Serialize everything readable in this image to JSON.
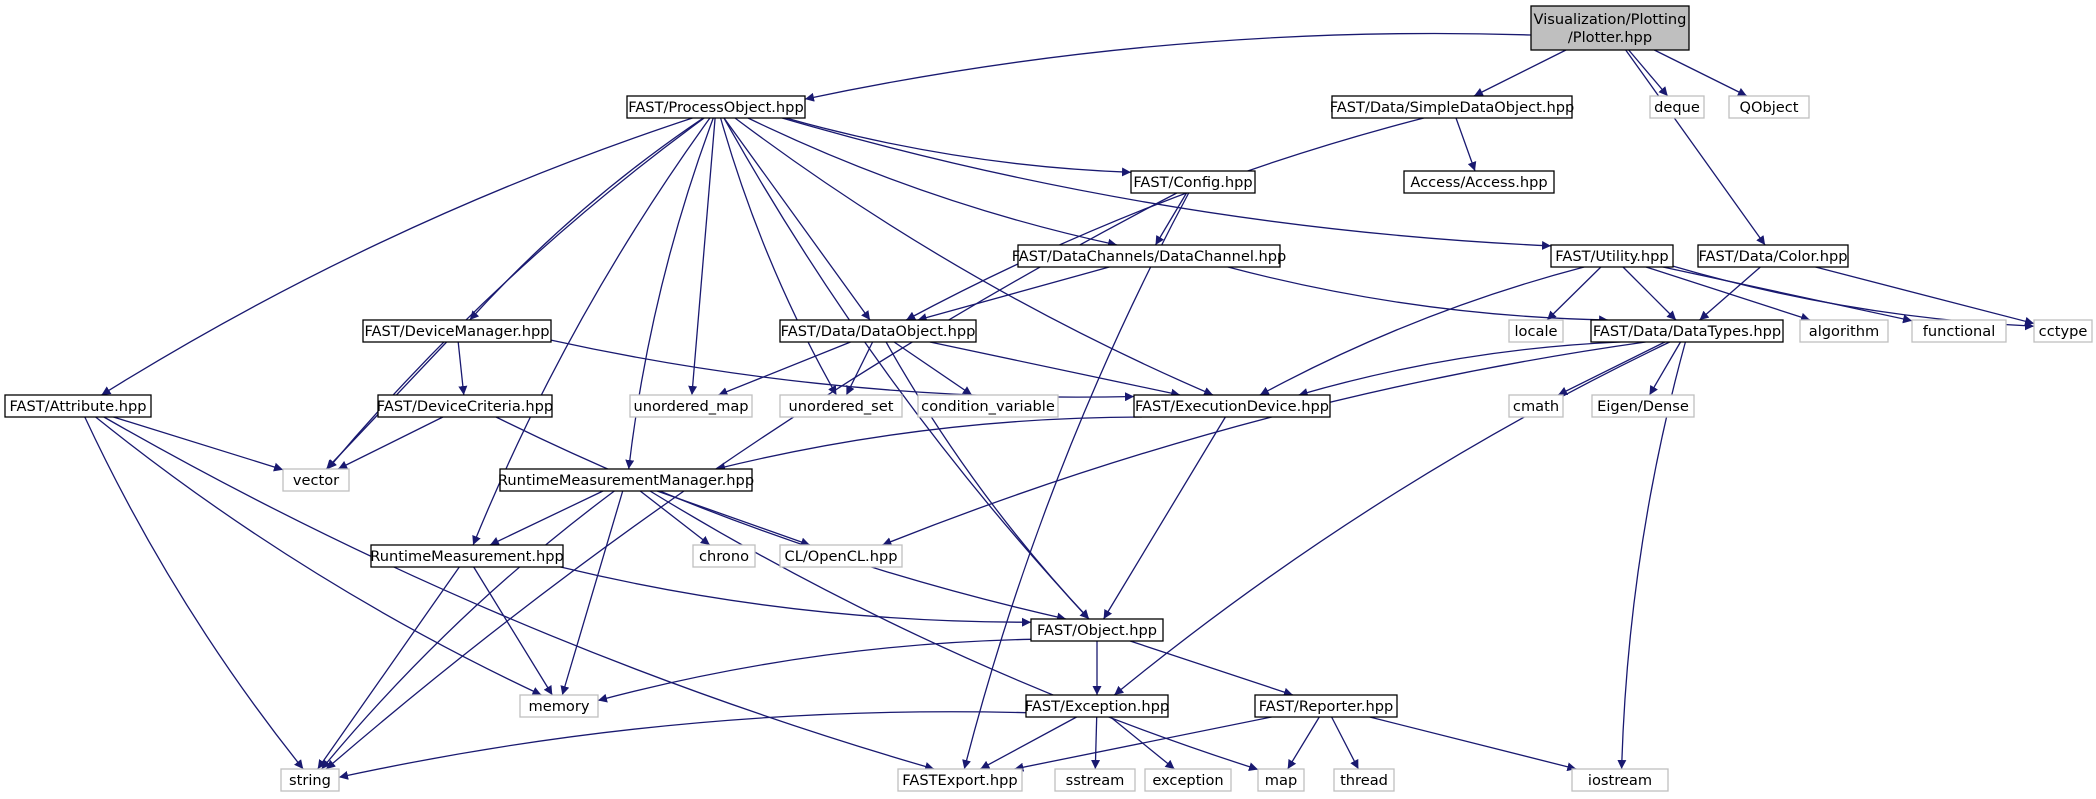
{
  "colors": {
    "edge": "#191970",
    "box_border": "#000000",
    "ext_border": "#bfbfbf",
    "root_fill": "#bfbfbf",
    "text": "#000000"
  },
  "nodes": [
    {
      "id": "root",
      "label": "Visualization/Plotting\n/Plotter.hpp",
      "kind": "root"
    },
    {
      "id": "processobject",
      "label": "FAST/ProcessObject.hpp",
      "kind": "header"
    },
    {
      "id": "simpledataobject",
      "label": "FAST/Data/SimpleDataObject.hpp",
      "kind": "header"
    },
    {
      "id": "deque",
      "label": "deque",
      "kind": "external"
    },
    {
      "id": "qobject",
      "label": "QObject",
      "kind": "external"
    },
    {
      "id": "access",
      "label": "Access/Access.hpp",
      "kind": "header"
    },
    {
      "id": "config",
      "label": "FAST/Config.hpp",
      "kind": "header"
    },
    {
      "id": "datachannel",
      "label": "FAST/DataChannels/DataChannel.hpp",
      "kind": "header"
    },
    {
      "id": "utility",
      "label": "FAST/Utility.hpp",
      "kind": "header"
    },
    {
      "id": "color",
      "label": "FAST/Data/Color.hpp",
      "kind": "header"
    },
    {
      "id": "devicemanager",
      "label": "FAST/DeviceManager.hpp",
      "kind": "header"
    },
    {
      "id": "dataobject",
      "label": "FAST/Data/DataObject.hpp",
      "kind": "header"
    },
    {
      "id": "locale",
      "label": "locale",
      "kind": "external"
    },
    {
      "id": "datatypes",
      "label": "FAST/Data/DataTypes.hpp",
      "kind": "header"
    },
    {
      "id": "algorithm",
      "label": "algorithm",
      "kind": "external"
    },
    {
      "id": "functional",
      "label": "functional",
      "kind": "external"
    },
    {
      "id": "cctype",
      "label": "cctype",
      "kind": "external"
    },
    {
      "id": "attribute",
      "label": "FAST/Attribute.hpp",
      "kind": "header"
    },
    {
      "id": "devicecriteria",
      "label": "FAST/DeviceCriteria.hpp",
      "kind": "header"
    },
    {
      "id": "unordered_map",
      "label": "unordered_map",
      "kind": "external"
    },
    {
      "id": "unordered_set",
      "label": "unordered_set",
      "kind": "external"
    },
    {
      "id": "condition_variable",
      "label": "condition_variable",
      "kind": "external"
    },
    {
      "id": "executiondevice",
      "label": "FAST/ExecutionDevice.hpp",
      "kind": "header"
    },
    {
      "id": "cmath",
      "label": "cmath",
      "kind": "external"
    },
    {
      "id": "eigendense",
      "label": "Eigen/Dense",
      "kind": "external"
    },
    {
      "id": "vector",
      "label": "vector",
      "kind": "external"
    },
    {
      "id": "rtmm",
      "label": "RuntimeMeasurementManager.hpp",
      "kind": "header"
    },
    {
      "id": "chrono",
      "label": "chrono",
      "kind": "external"
    },
    {
      "id": "opencl",
      "label": "CL/OpenCL.hpp",
      "kind": "external"
    },
    {
      "id": "rtm",
      "label": "RuntimeMeasurement.hpp",
      "kind": "header"
    },
    {
      "id": "object",
      "label": "FAST/Object.hpp",
      "kind": "header"
    },
    {
      "id": "memory",
      "label": "memory",
      "kind": "external"
    },
    {
      "id": "exception_h",
      "label": "FAST/Exception.hpp",
      "kind": "header"
    },
    {
      "id": "reporter",
      "label": "FAST/Reporter.hpp",
      "kind": "header"
    },
    {
      "id": "string",
      "label": "string",
      "kind": "external"
    },
    {
      "id": "fastexport",
      "label": "FASTExport.hpp",
      "kind": "external"
    },
    {
      "id": "sstream",
      "label": "sstream",
      "kind": "external"
    },
    {
      "id": "exception",
      "label": "exception",
      "kind": "external"
    },
    {
      "id": "map",
      "label": "map",
      "kind": "external"
    },
    {
      "id": "thread",
      "label": "thread",
      "kind": "external"
    },
    {
      "id": "iostream",
      "label": "iostream",
      "kind": "external"
    }
  ],
  "edges": [
    [
      "root",
      "processobject"
    ],
    [
      "root",
      "simpledataobject"
    ],
    [
      "root",
      "deque"
    ],
    [
      "root",
      "qobject"
    ],
    [
      "root",
      "color"
    ],
    [
      "simpledataobject",
      "access"
    ],
    [
      "simpledataobject",
      "dataobject"
    ],
    [
      "processobject",
      "config"
    ],
    [
      "processobject",
      "datachannel"
    ],
    [
      "processobject",
      "utility"
    ],
    [
      "processobject",
      "devicemanager"
    ],
    [
      "processobject",
      "dataobject"
    ],
    [
      "processobject",
      "attribute"
    ],
    [
      "processobject",
      "unordered_map"
    ],
    [
      "processobject",
      "unordered_set"
    ],
    [
      "processobject",
      "executiondevice"
    ],
    [
      "processobject",
      "vector"
    ],
    [
      "processobject",
      "rtmm"
    ],
    [
      "processobject",
      "rtm"
    ],
    [
      "processobject",
      "object"
    ],
    [
      "config",
      "datachannel"
    ],
    [
      "config",
      "string"
    ],
    [
      "config",
      "fastexport"
    ],
    [
      "datachannel",
      "dataobject"
    ],
    [
      "datachannel",
      "datatypes"
    ],
    [
      "utility",
      "datatypes"
    ],
    [
      "utility",
      "locale"
    ],
    [
      "utility",
      "executiondevice"
    ],
    [
      "utility",
      "algorithm"
    ],
    [
      "utility",
      "functional"
    ],
    [
      "utility",
      "cctype"
    ],
    [
      "color",
      "datatypes"
    ],
    [
      "color",
      "cctype"
    ],
    [
      "devicemanager",
      "devicecriteria"
    ],
    [
      "devicemanager",
      "vector"
    ],
    [
      "devicemanager",
      "executiondevice"
    ],
    [
      "devicecriteria",
      "vector"
    ],
    [
      "devicecriteria",
      "object"
    ],
    [
      "dataobject",
      "unordered_map"
    ],
    [
      "dataobject",
      "unordered_set"
    ],
    [
      "dataobject",
      "condition_variable"
    ],
    [
      "dataobject",
      "executiondevice"
    ],
    [
      "dataobject",
      "object"
    ],
    [
      "datatypes",
      "executiondevice"
    ],
    [
      "datatypes",
      "cmath"
    ],
    [
      "datatypes",
      "eigendense"
    ],
    [
      "datatypes",
      "opencl"
    ],
    [
      "datatypes",
      "exception_h"
    ],
    [
      "datatypes",
      "iostream"
    ],
    [
      "attribute",
      "vector"
    ],
    [
      "attribute",
      "memory"
    ],
    [
      "attribute",
      "string"
    ],
    [
      "attribute",
      "fastexport"
    ],
    [
      "executiondevice",
      "rtmm"
    ],
    [
      "executiondevice",
      "object"
    ],
    [
      "rtmm",
      "rtm"
    ],
    [
      "rtmm",
      "chrono"
    ],
    [
      "rtmm",
      "opencl"
    ],
    [
      "rtmm",
      "memory"
    ],
    [
      "rtmm",
      "string"
    ],
    [
      "rtmm",
      "map"
    ],
    [
      "rtm",
      "object"
    ],
    [
      "rtm",
      "memory"
    ],
    [
      "rtm",
      "string"
    ],
    [
      "object",
      "memory"
    ],
    [
      "object",
      "exception_h"
    ],
    [
      "object",
      "reporter"
    ],
    [
      "exception_h",
      "string"
    ],
    [
      "exception_h",
      "fastexport"
    ],
    [
      "exception_h",
      "sstream"
    ],
    [
      "exception_h",
      "exception"
    ],
    [
      "reporter",
      "fastexport"
    ],
    [
      "reporter",
      "map"
    ],
    [
      "reporter",
      "thread"
    ],
    [
      "reporter",
      "iostream"
    ]
  ]
}
